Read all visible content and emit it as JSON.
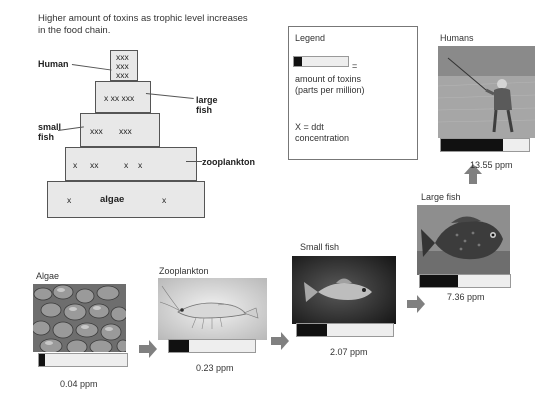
{
  "heading": "Higher amount of toxins as trophic level increases\nin the food chain.",
  "pyramid": {
    "tiers": [
      {
        "marks": [
          "xxx",
          "xxx",
          "xxx"
        ]
      },
      {
        "marks": [
          "x xx xxx"
        ]
      },
      {
        "marks": [
          "xxx",
          "xxx"
        ]
      },
      {
        "marks": [
          "x",
          "xx",
          "x",
          "x"
        ]
      },
      {
        "marks": [
          "x",
          "algae",
          "x"
        ]
      }
    ],
    "labels": {
      "human": "Human",
      "large_fish": "large\nfish",
      "small_fish": "small\nfish",
      "zooplankton": "zooplankton"
    }
  },
  "legend": {
    "title": "Legend",
    "equals": "=",
    "toxin_desc": "amount of toxins\n(parts per million)",
    "x_desc": "X = ddt\nconcentration"
  },
  "food_chain": [
    {
      "name": "Algae",
      "ppm": "0.04 ppm",
      "level": 0.04
    },
    {
      "name": "Zooplankton",
      "ppm": "0.23 ppm",
      "level": 0.23
    },
    {
      "name": "Small fish",
      "ppm": "2.07 ppm",
      "level": 2.07
    },
    {
      "name": "Large fish",
      "ppm": "7.36 ppm",
      "level": 7.36
    },
    {
      "name": "Humans",
      "ppm": "13.55 ppm",
      "level": 13.55
    }
  ],
  "colors": {
    "arrow": "#808080",
    "bar_fill": "#111111",
    "bar_empty": "#eeeeee",
    "tier_fill": "#e8e8e8"
  },
  "icons": [
    "arrow-right-icon",
    "arrow-up-icon"
  ]
}
